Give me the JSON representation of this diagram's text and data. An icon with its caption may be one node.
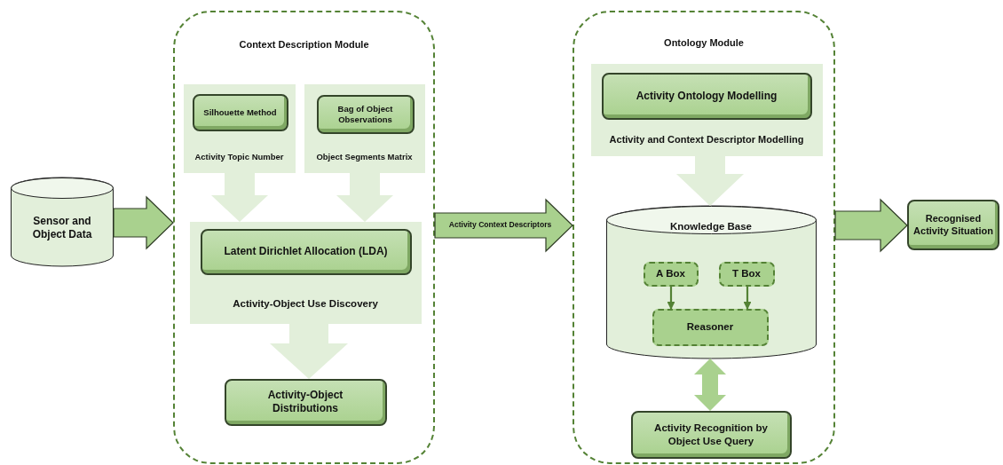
{
  "diagram": {
    "nodes": [
      {
        "text": [
          "Sensor and Object Data"
        ]
      },
      {
        "text": [
          "Context Description Module"
        ]
      },
      {
        "text": [
          "Activity Topic Number"
        ],
        "in": 1
      },
      {
        "text": [
          "Silhouette Method"
        ],
        "in": 2
      },
      {
        "text": [
          "Object Segments Matrix"
        ],
        "in": 1
      },
      {
        "text": [
          "Bag of Object Observations"
        ],
        "in": 4
      },
      {
        "text": [
          "Activity-Object Use Discovery"
        ],
        "in": 1
      },
      {
        "text": [
          "Latent Dirichlet Allocation (LDA)"
        ],
        "in": 6
      },
      {
        "text": [
          "Activity-Object Distributions"
        ],
        "in": 1
      },
      {
        "text": [
          "Ontology Module"
        ]
      },
      {
        "text": [
          "Activity and Context Descriptor Modelling"
        ],
        "in": 9
      },
      {
        "text": [
          "Activity Ontology Modelling"
        ],
        "in": 10
      },
      {
        "text": [
          "Knowledge Base"
        ],
        "in": 9
      },
      {
        "text": [
          "A Box"
        ],
        "in": 12
      },
      {
        "text": [
          "T Box"
        ],
        "in": 12
      },
      {
        "text": [
          "Reasoner"
        ],
        "in": 12
      },
      {
        "text": [
          "Activity Recognition by Object Use Query"
        ],
        "in": 9
      },
      {
        "text": [
          "Recognised Activity Situation"
        ]
      }
    ],
    "edges": [
      {
        "from": 0,
        "to": 1,
        "arrow": "to",
        "style": "thick",
        "color": "#a9d18e"
      },
      {
        "from": 2,
        "to": 6,
        "arrow": "to",
        "style": "thick",
        "color": "#e2efda"
      },
      {
        "from": 4,
        "to": 6,
        "arrow": "to",
        "style": "thick",
        "color": "#e2efda"
      },
      {
        "from": 6,
        "to": 8,
        "arrow": "to",
        "style": "thick",
        "color": "#e2efda"
      },
      {
        "from": 1,
        "to": 9,
        "arrow": "to",
        "label": "Activity Context Descriptors",
        "style": "thick",
        "color": "#a9d18e"
      },
      {
        "from": 10,
        "to": 12,
        "arrow": "to",
        "style": "thick",
        "color": "#e2efda"
      },
      {
        "from": 12,
        "to": 16,
        "arrow": "both",
        "style": "thick",
        "color": "#a9d18e"
      },
      {
        "from": 9,
        "to": 17,
        "arrow": "to",
        "style": "thick",
        "color": "#a9d18e"
      },
      {
        "from": 13,
        "to": 15,
        "arrow": "to",
        "color": "#548235"
      },
      {
        "from": 14,
        "to": 15,
        "arrow": "to",
        "color": "#548235"
      }
    ]
  }
}
